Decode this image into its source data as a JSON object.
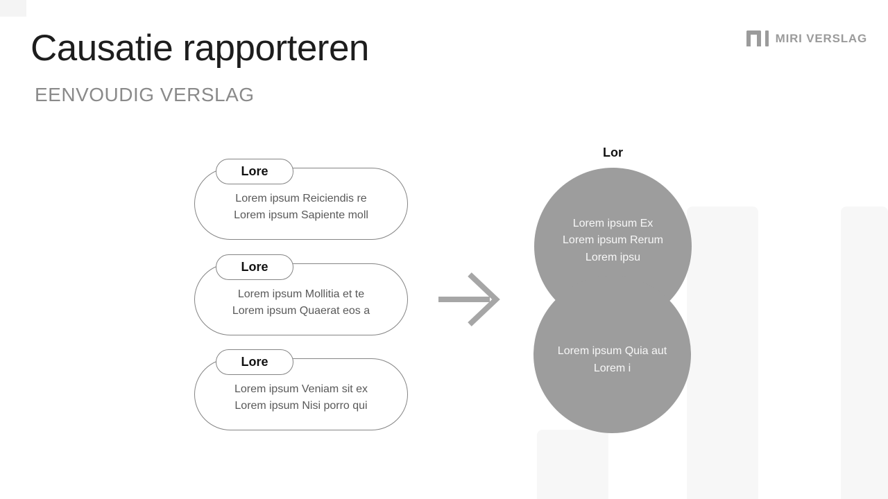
{
  "header": {
    "title": "Causatie rapporteren",
    "subtitle": "EENVOUDIG VERSLAG"
  },
  "logo": {
    "brand": "MIRI VERSLAG",
    "icon": "arch-and-bar-logo-icon"
  },
  "process": {
    "pills": [
      {
        "tag": "Lore",
        "lines": [
          "Lorem ipsum Reiciendis re",
          "Lorem ipsum Sapiente moll"
        ]
      },
      {
        "tag": "Lore",
        "lines": [
          "Lorem ipsum Mollitia et te",
          "Lorem ipsum Quaerat eos a"
        ]
      },
      {
        "tag": "Lore",
        "lines": [
          "Lorem ipsum Veniam sit ex",
          "Lorem ipsum Nisi porro qui"
        ]
      }
    ],
    "arrow_icon": "right-arrow-icon"
  },
  "result": {
    "label": "Lor",
    "circles": [
      {
        "lines": [
          "Lorem ipsum Ex",
          "Lorem ipsum Rerum",
          "Lorem ipsu"
        ]
      },
      {
        "lines": [
          "Lorem ipsum Quia aut",
          "Lorem i"
        ]
      }
    ]
  },
  "colors": {
    "title_text": "#1d1d1d",
    "subtitle_text": "#8a8a8a",
    "body_text": "#595959",
    "pill_border": "#848484",
    "circle_fill": "#9d9d9d",
    "circle_text": "#f7f7f7",
    "arrow_gray": "#a6a6a6",
    "logo_gray": "#9b9b9b",
    "background_bar": "#f7f7f7"
  }
}
